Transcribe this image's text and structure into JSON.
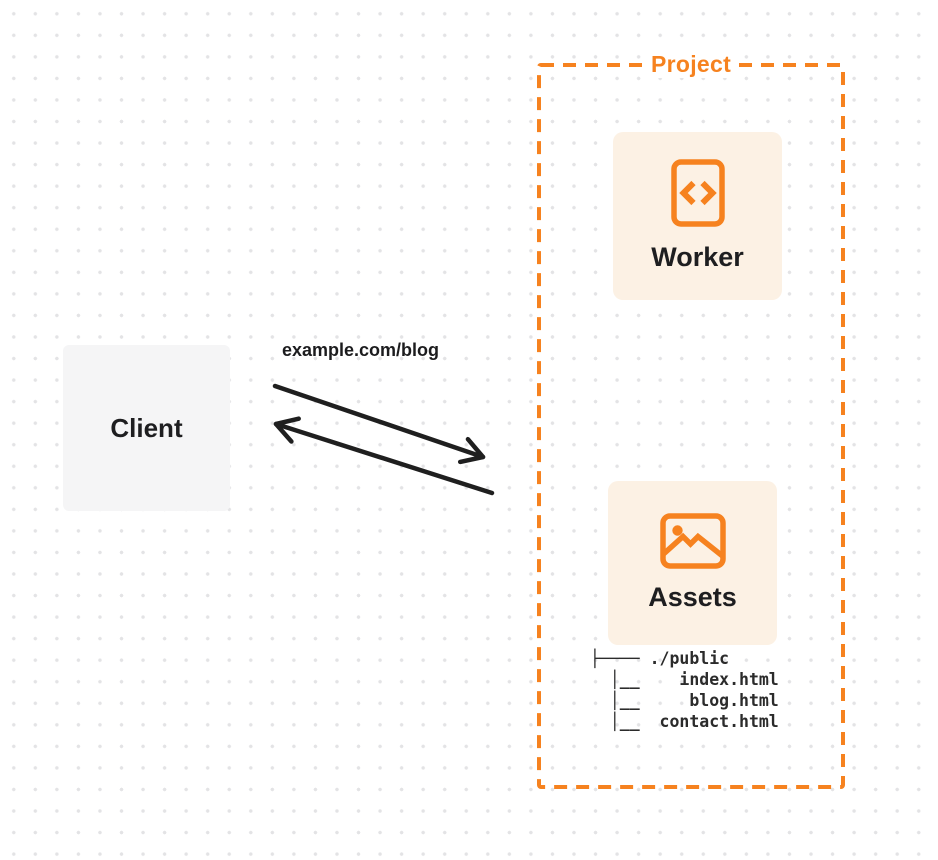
{
  "diagram": {
    "client": {
      "label": "Client"
    },
    "request_label": "example.com/blog",
    "arrows": {
      "request_direction": "client-to-project",
      "response_direction": "project-to-client"
    },
    "project": {
      "label": "Project",
      "worker": {
        "label": "Worker",
        "icon": "code-file-icon"
      },
      "assets": {
        "label": "Assets",
        "icon": "image-icon",
        "file_tree": {
          "text": "├──── ./public\n  │__    index.html\n  │__     blog.html\n  │__  contact.html",
          "root": "./public",
          "files": [
            "index.html",
            "blog.html",
            "contact.html"
          ]
        }
      }
    },
    "colors": {
      "accent_orange": "#F6821F",
      "card_background": "#FCF1E4",
      "client_background": "#F5F5F6",
      "arrow": "#1F1F1F",
      "text": "#1E1E20",
      "grid_dot": "#E3E3E5"
    }
  }
}
